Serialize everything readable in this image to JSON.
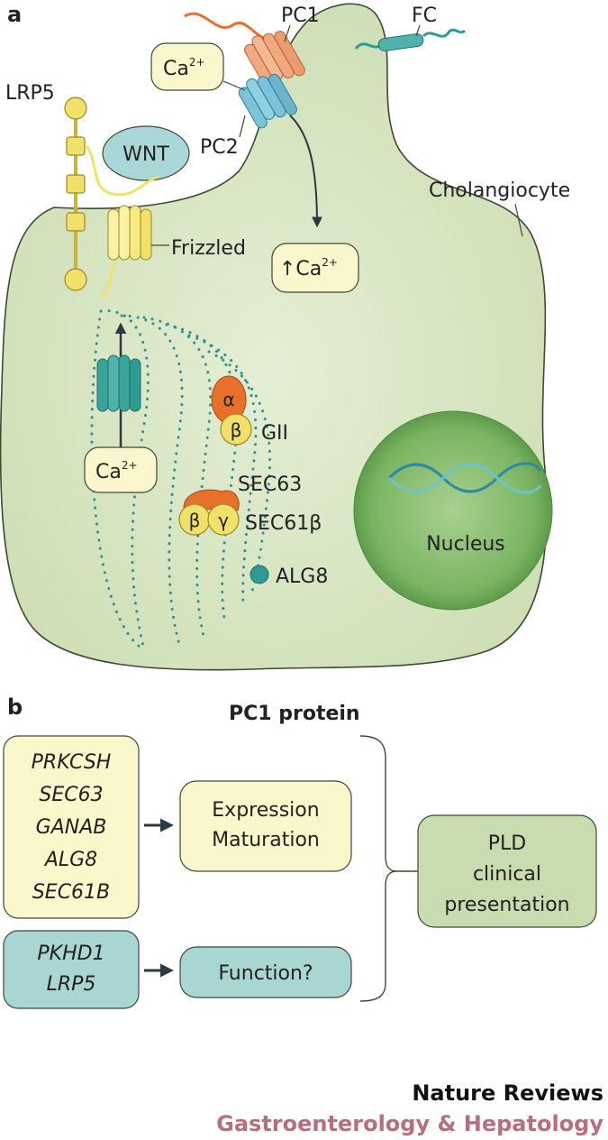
{
  "panel_a": {
    "panel_letter": "a",
    "labels": {
      "pc1": "PC1",
      "fc": "FC",
      "ca_top": "Ca",
      "ca_top_sup": "2+",
      "lrp5": "LRP5",
      "wnt": "WNT",
      "pc2": "PC2",
      "cholangiocyte": "Cholangiocyte",
      "frizzled": "Frizzled",
      "ca_up": "↑Ca",
      "ca_up_sup": "2+",
      "ca_er": "Ca",
      "ca_er_sup": "2+",
      "alpha": "α",
      "beta_gii": "β",
      "gii": "GII",
      "sec63": "SEC63",
      "beta_sec": "β",
      "gamma_sec": "γ",
      "sec61b": "SEC61β",
      "alg8": "ALG8",
      "nucleus": "Nucleus"
    },
    "colors": {
      "cell_fill": "#d5e3bf",
      "cell_stroke": "#3d4a35",
      "pc1": "#f0a97e",
      "pc2": "#7cc2d8",
      "teal": "#2f9a92",
      "yellow": "#f1e06a",
      "orange": "#e8702b",
      "er_dots": "#2f8f8f",
      "nucleus": "#6aa855"
    }
  },
  "panel_b": {
    "panel_letter": "b",
    "title": "PC1 protein",
    "genes_group1": [
      "PRKCSH",
      "SEC63",
      "GANAB",
      "ALG8",
      "SEC61B"
    ],
    "genes_group2": [
      "PKHD1",
      "LRP5"
    ],
    "box_expression": [
      "Expression",
      "Maturation"
    ],
    "box_function": "Function?",
    "box_pld": [
      "PLD",
      "clinical",
      "presentation"
    ]
  },
  "footer": {
    "journal_line1": "Nature Reviews",
    "journal_line2": "Gastroenterology & Hepatology"
  }
}
